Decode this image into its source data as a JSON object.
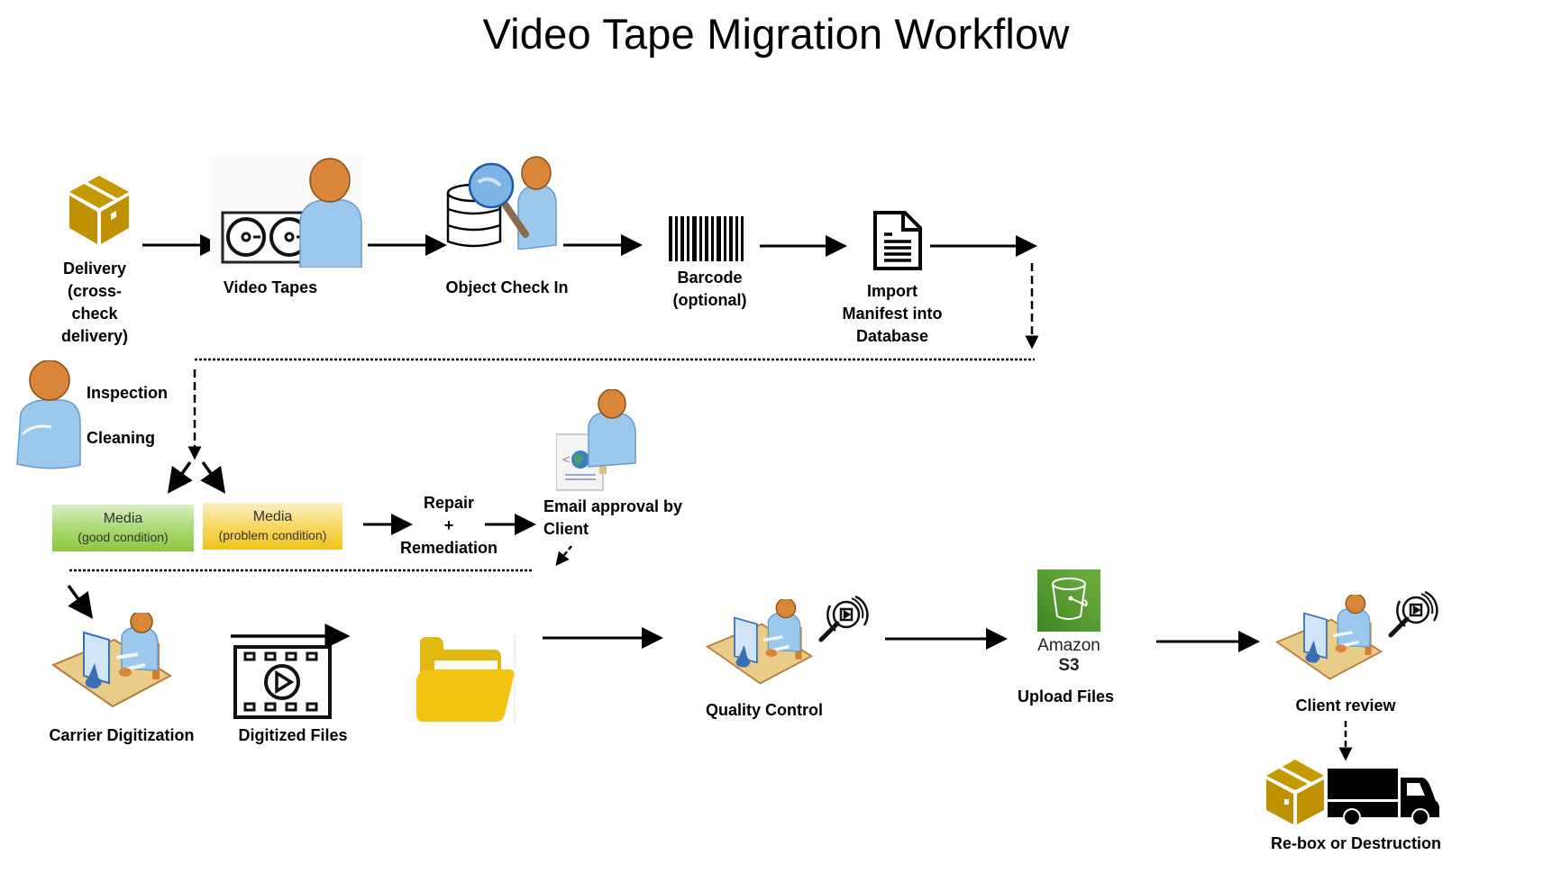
{
  "title": "Video Tape Migration Workflow",
  "colors": {
    "box_gold": "#BF9000",
    "person_head": "#D9863A",
    "person_body": "#9CC8EE",
    "media_good": "#8CC63E",
    "media_problem": "#F0C419",
    "s3_green": "#4E9A2E",
    "folder_yellow": "#F2C40F",
    "line": "#000000"
  },
  "nodes": {
    "delivery": {
      "icon": "package-box-icon",
      "lines": [
        "Delivery",
        "(cross-",
        "check",
        "delivery)"
      ]
    },
    "video_tapes": {
      "icon": "tape-reel-with-person-icon",
      "label": "Video Tapes"
    },
    "object_check_in": {
      "icon": "database-search-person-icon",
      "label": "Object Check In"
    },
    "barcode": {
      "icon": "barcode-icon",
      "lines": [
        "Barcode",
        "(optional)"
      ]
    },
    "import_manifest": {
      "icon": "document-icon",
      "lines": [
        "Import",
        "Manifest into",
        "Database"
      ]
    },
    "inspection": {
      "icon": "person-icon",
      "lines": [
        "Inspection",
        "Cleaning"
      ]
    },
    "media_good": {
      "label": "Media",
      "sub": "(good condition)"
    },
    "media_problem": {
      "label": "Media",
      "sub": "(problem condition)"
    },
    "repair": {
      "lines": [
        "Repair",
        "+",
        "Remediation"
      ]
    },
    "email_approval": {
      "icon": "email-person-icon",
      "lines": [
        "Email approval by",
        "Client"
      ]
    },
    "carrier_digitization": {
      "icon": "person-at-computer-icon",
      "label": "Carrier Digitization"
    },
    "digitized_files": {
      "icon": "film-play-icon",
      "label": "Digitized Files"
    },
    "folder": {
      "icon": "folder-icon"
    },
    "quality_control": {
      "icon": "person-at-computer-icon",
      "label": "Quality Control"
    },
    "upload": {
      "icon": "amazon-s3-bucket-icon",
      "brand_line1": "Amazon",
      "brand_line2": "S3",
      "label": "Upload Files"
    },
    "client_review": {
      "icon": "person-at-computer-icon",
      "label": "Client review"
    },
    "rebox": {
      "icon": "box-and-truck-icon",
      "label": "Re-box or Destruction"
    }
  },
  "edges": [
    {
      "from": "delivery",
      "to": "video_tapes",
      "style": "solid"
    },
    {
      "from": "video_tapes",
      "to": "object_check_in",
      "style": "solid"
    },
    {
      "from": "object_check_in",
      "to": "barcode",
      "style": "solid"
    },
    {
      "from": "barcode",
      "to": "import_manifest",
      "style": "solid"
    },
    {
      "from": "import_manifest",
      "to": "inspection",
      "style": "dashed"
    },
    {
      "from": "inspection",
      "to": "media_good",
      "style": "solid"
    },
    {
      "from": "inspection",
      "to": "media_problem",
      "style": "solid"
    },
    {
      "from": "media_problem",
      "to": "repair",
      "style": "solid"
    },
    {
      "from": "repair",
      "to": "email_approval",
      "style": "solid"
    },
    {
      "from": "email_approval",
      "to": "carrier_digitization",
      "style": "dashed"
    },
    {
      "from": "media_good",
      "to": "carrier_digitization",
      "style": "solid"
    },
    {
      "from": "carrier_digitization",
      "to": "digitized_files",
      "style": "solid"
    },
    {
      "from": "folder",
      "to": "quality_control",
      "style": "solid"
    },
    {
      "from": "quality_control",
      "to": "upload",
      "style": "solid"
    },
    {
      "from": "upload",
      "to": "client_review",
      "style": "solid"
    },
    {
      "from": "client_review",
      "to": "rebox",
      "style": "dashed"
    }
  ]
}
